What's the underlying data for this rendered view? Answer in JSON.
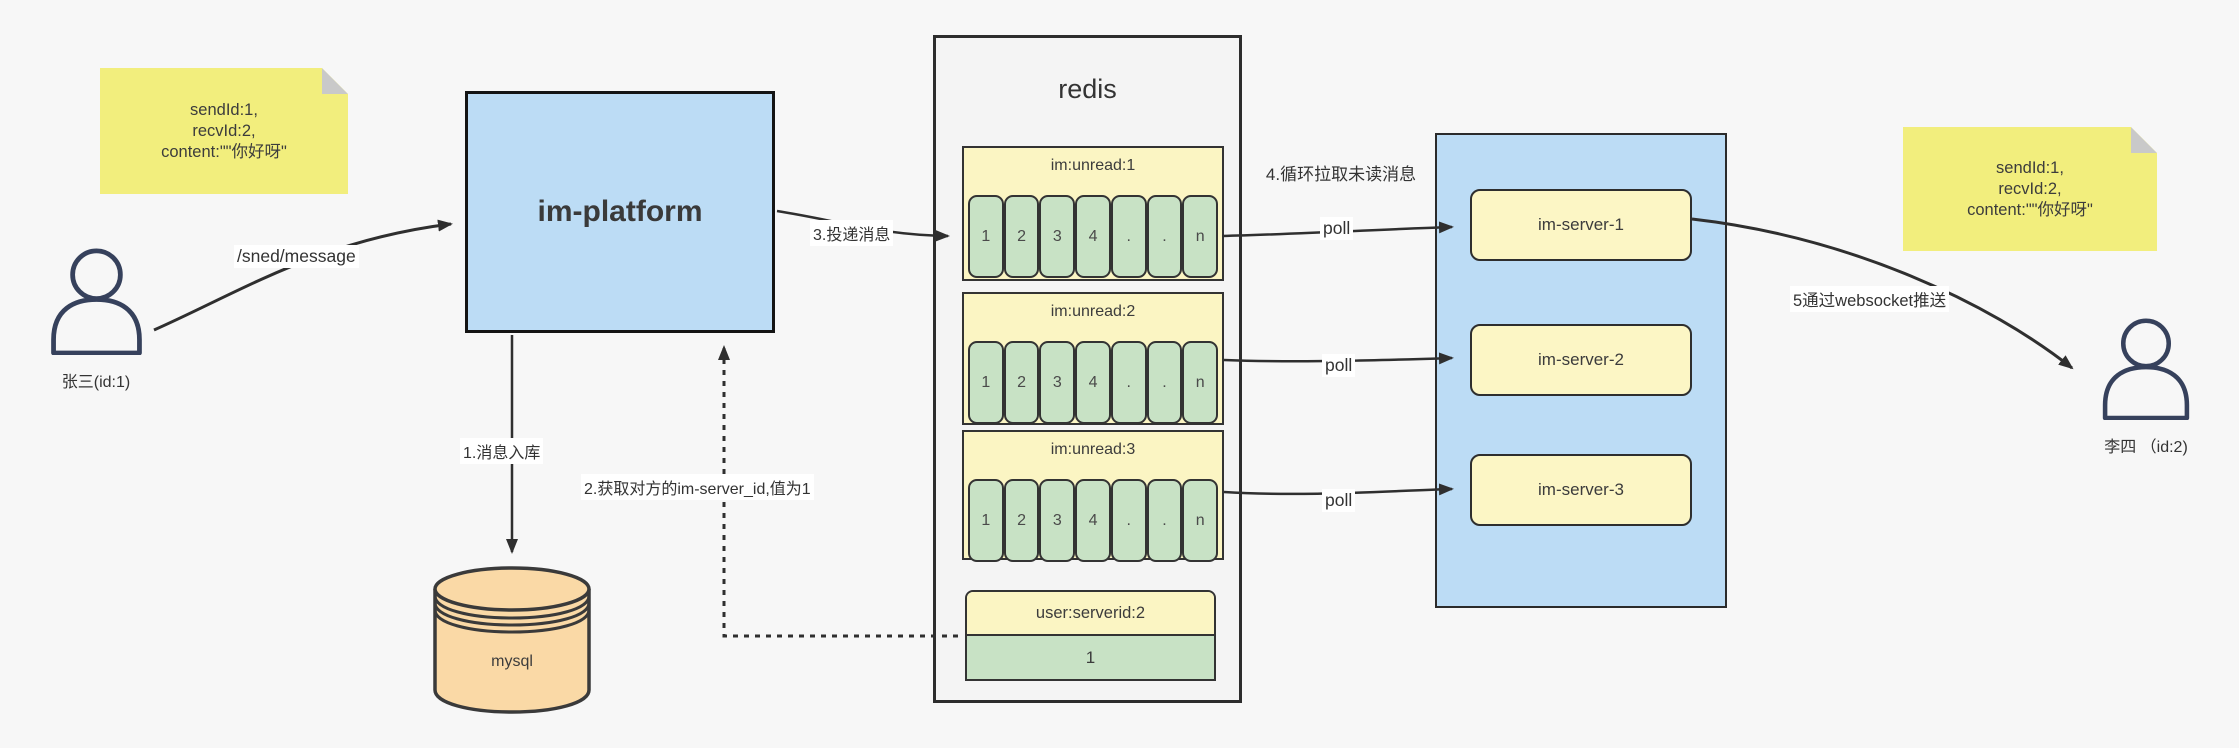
{
  "notes": {
    "left": {
      "lines": [
        "sendId:1,",
        "recvId:2,",
        "content:\"\"你好呀\""
      ]
    },
    "right": {
      "lines": [
        "sendId:1,",
        "recvId:2,",
        "content:\"\"你好呀\""
      ]
    }
  },
  "actors": {
    "sender": {
      "label": "张三(id:1)"
    },
    "receiver": {
      "label": "李四 （id:2)"
    }
  },
  "platform": {
    "label": "im-platform"
  },
  "database": {
    "label": "mysql"
  },
  "redis": {
    "title": "redis",
    "queues": [
      {
        "title": "im:unread:1",
        "cells": [
          "1",
          "2",
          "3",
          "4",
          ".",
          ".",
          "n"
        ]
      },
      {
        "title": "im:unread:2",
        "cells": [
          "1",
          "2",
          "3",
          "4",
          ".",
          ".",
          "n"
        ]
      },
      {
        "title": "im:unread:3",
        "cells": [
          "1",
          "2",
          "3",
          "4",
          ".",
          ".",
          "n"
        ]
      }
    ],
    "server_map": {
      "title": "user:serverid:2",
      "value": "1"
    }
  },
  "servers": {
    "items": [
      {
        "label": "im-server-1"
      },
      {
        "label": "im-server-2"
      },
      {
        "label": "im-server-3"
      }
    ]
  },
  "edges": {
    "send": "/sned/message",
    "step1": "1.消息入库",
    "step2": "2.获取对方的im-server_id,值为1",
    "step3": "3.投递消息",
    "step4": "4.循环拉取未读消息",
    "poll": "poll",
    "step5": "5通过websocket推送"
  },
  "colors": {
    "background": "#f7f7f7",
    "container_blue": "#bcdcf5",
    "note_yellow": "#f2ee7d",
    "header_yellow": "#fbf5c3",
    "cell_green": "#c8e2c5",
    "db_orange": "#fad9a6",
    "line_dark": "#2f2f2f"
  }
}
